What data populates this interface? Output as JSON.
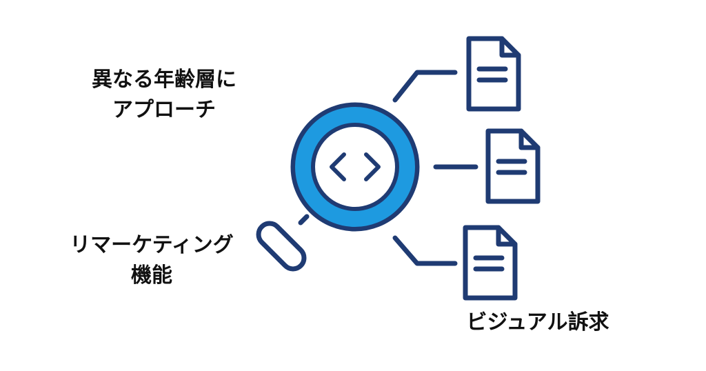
{
  "labels": {
    "age_line1": "異なる年齢層に",
    "age_line2": "アプローチ",
    "remarketing_line1": "リマーケティング",
    "remarketing_line2": "機能",
    "visual": "ビジュアル訴求"
  },
  "icons": {
    "magnifier": "magnifying-glass-icon",
    "code": "code-brackets-icon",
    "document": "document-icon"
  },
  "colors": {
    "navy": "#1f3b73",
    "blue": "#1e9ae0",
    "text": "#111111",
    "background": "#ffffff"
  }
}
